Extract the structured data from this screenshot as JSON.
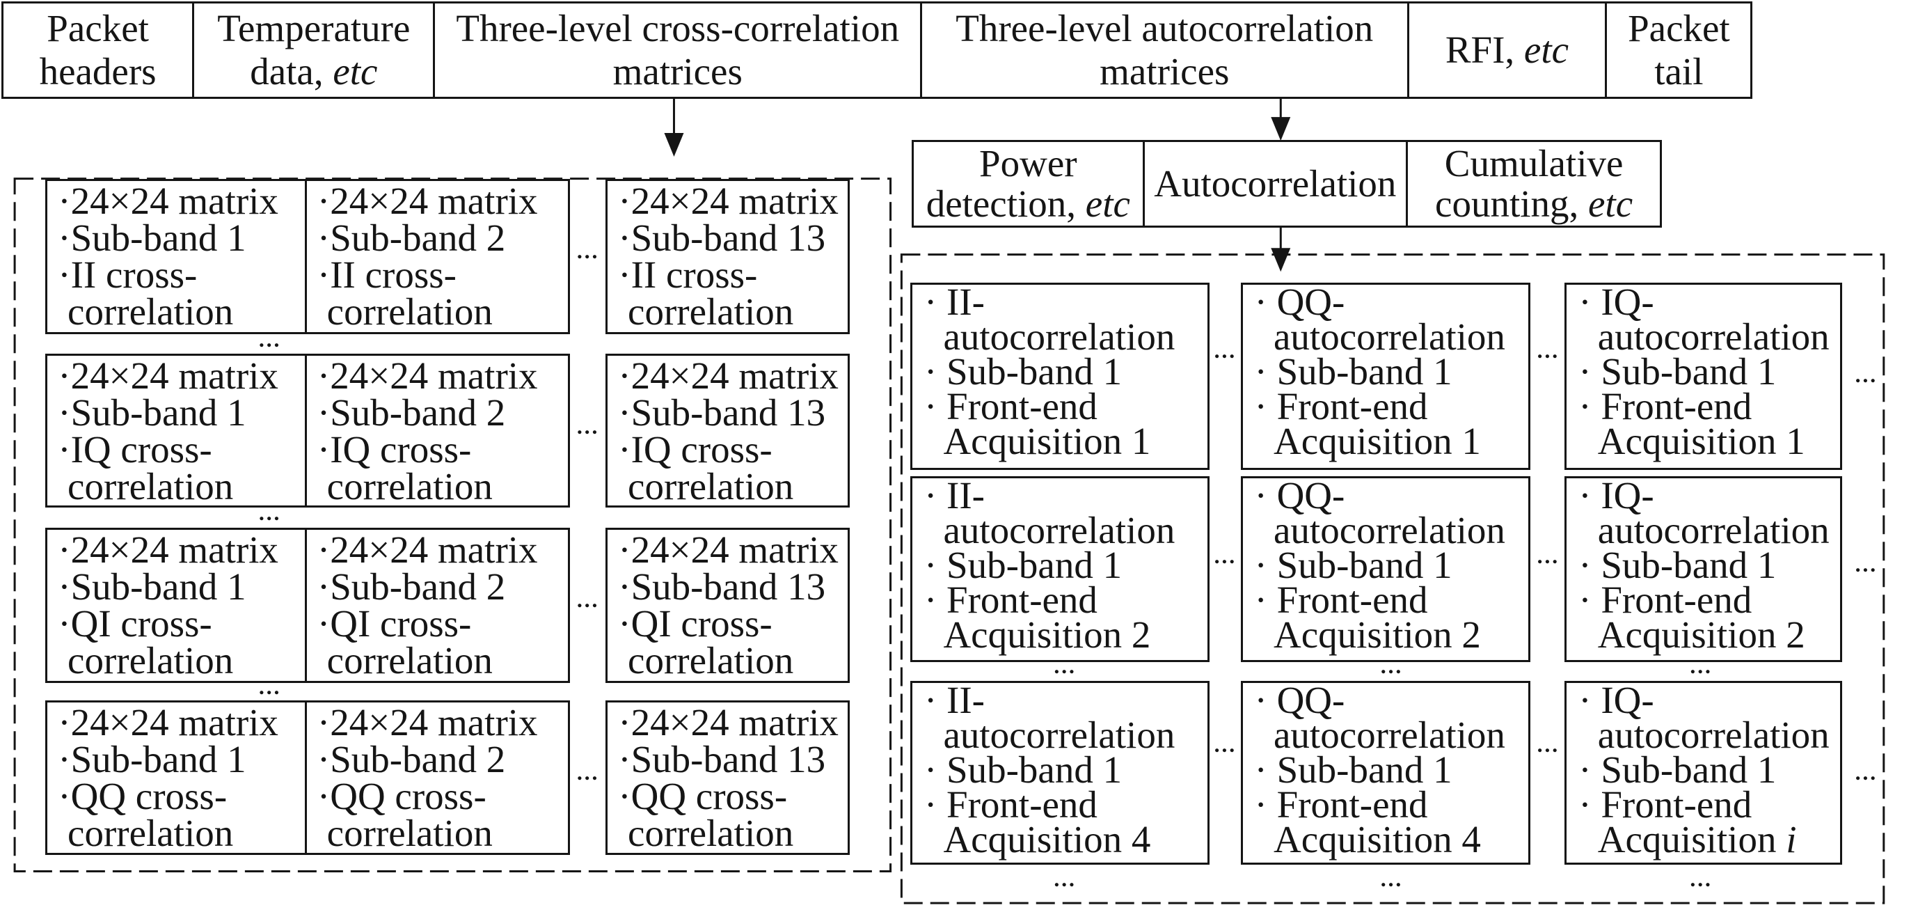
{
  "packet_fields": [
    {
      "lines": [
        "Packet",
        "headers"
      ]
    },
    {
      "lines": [
        "Temperature",
        {
          "text": "data, ",
          "italic": "etc"
        }
      ]
    },
    {
      "lines": [
        "Three-level cross-correlation",
        "matrices"
      ]
    },
    {
      "lines": [
        "Three-level autocorrelation",
        "matrices"
      ]
    },
    {
      "lines": [
        {
          "text": "RFI, ",
          "italic": "etc"
        }
      ]
    },
    {
      "lines": [
        "Packet",
        "tail"
      ]
    }
  ],
  "autocorrelation_fields": [
    {
      "lines": [
        "Power",
        {
          "text": "detection, ",
          "italic": "etc"
        }
      ]
    },
    {
      "lines": [
        "Autocorrelation"
      ]
    },
    {
      "lines": [
        "Cumulative",
        {
          "text": "counting, ",
          "italic": "etc"
        }
      ]
    }
  ],
  "cross_correlation_matrices": [
    [
      {
        "lines": [
          "·24×24 matrix",
          "·Sub-band 1",
          "·II cross-",
          "correlation"
        ]
      },
      {
        "lines": [
          "·24×24 matrix",
          "·Sub-band 2",
          "·II cross-",
          "correlation"
        ]
      },
      {
        "lines": [
          "·24×24 matrix",
          "·Sub-band 13",
          "·II cross-",
          "correlation"
        ]
      }
    ],
    [
      {
        "lines": [
          "·24×24 matrix",
          "·Sub-band 1",
          "·IQ cross-",
          "correlation"
        ]
      },
      {
        "lines": [
          "·24×24 matrix",
          "·Sub-band 2",
          "·IQ cross-",
          "correlation"
        ]
      },
      {
        "lines": [
          "·24×24 matrix",
          "·Sub-band 13",
          "·IQ cross-",
          "correlation"
        ]
      }
    ],
    [
      {
        "lines": [
          "·24×24 matrix",
          "·Sub-band 1",
          "·QI cross-",
          "correlation"
        ]
      },
      {
        "lines": [
          "·24×24 matrix",
          "·Sub-band 2",
          "·QI cross-",
          "correlation"
        ]
      },
      {
        "lines": [
          "·24×24 matrix",
          "·Sub-band 13",
          "·QI cross-",
          "correlation"
        ]
      }
    ],
    [
      {
        "lines": [
          "·24×24 matrix",
          "·Sub-band 1",
          "·QQ cross-",
          "correlation"
        ]
      },
      {
        "lines": [
          "·24×24 matrix",
          "·Sub-band 2",
          "·QQ cross-",
          "correlation"
        ]
      },
      {
        "lines": [
          "·24×24 matrix",
          "·Sub-band 13",
          "·QQ cross-",
          "correlation"
        ]
      }
    ]
  ],
  "autocorrelation_matrices": [
    [
      {
        "lines": [
          "· II-",
          "autocorrelation",
          "· Sub-band 1",
          "· Front-end",
          "Acquisition 1"
        ]
      },
      {
        "lines": [
          "· QQ-",
          "autocorrelation",
          "· Sub-band 1",
          "· Front-end",
          "Acquisition 1"
        ]
      },
      {
        "lines": [
          "· IQ-",
          "autocorrelation",
          "· Sub-band 1",
          "· Front-end",
          "Acquisition 1"
        ]
      }
    ],
    [
      {
        "lines": [
          "· II-",
          "autocorrelation",
          "· Sub-band 1",
          "· Front-end",
          "Acquisition 2"
        ]
      },
      {
        "lines": [
          "· QQ-",
          "autocorrelation",
          "· Sub-band 1",
          "· Front-end",
          "Acquisition 2"
        ]
      },
      {
        "lines": [
          "· IQ-",
          "autocorrelation",
          "· Sub-band 1",
          "· Front-end",
          "Acquisition 2"
        ]
      }
    ],
    [
      {
        "lines": [
          "· II-",
          "autocorrelation",
          "· Sub-band 1",
          "· Front-end",
          "Acquisition 4"
        ]
      },
      {
        "lines": [
          "· QQ-",
          "autocorrelation",
          "· Sub-band 1",
          "· Front-end",
          "Acquisition 4"
        ]
      },
      {
        "lines": [
          "· IQ-",
          "autocorrelation",
          "· Sub-band 1",
          "· Front-end",
          {
            "text": "Acquisition ",
            "italic": "i"
          }
        ]
      }
    ]
  ],
  "ellipsis": "…"
}
